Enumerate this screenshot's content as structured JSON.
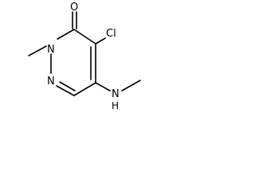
{
  "structure": {
    "atoms": {
      "o": "O",
      "cl": "Cl",
      "n1": "N",
      "n2": "N",
      "nh_n": "N",
      "nh_h": "H"
    }
  }
}
